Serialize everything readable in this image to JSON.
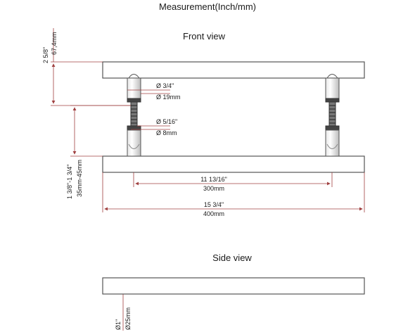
{
  "title": "Measurement(Inch/mm)",
  "front_view": {
    "title": "Front view",
    "dim_height_in": "2 5/8\"",
    "dim_height_mm": "67,4mm",
    "dim_post_dia_in": "Ø 3/4\"",
    "dim_post_dia_mm": "Ø 19mm",
    "dim_screw_dia_in": "Ø 5/16\"",
    "dim_screw_dia_mm": "Ø 8mm",
    "dim_thickness_in": "1 3/8\"-1 3/4\"",
    "dim_thickness_mm": "35mm-45mm",
    "dim_center_in": "11 13/16\"",
    "dim_center_mm": "300mm",
    "dim_length_in": "15 3/4\"",
    "dim_length_mm": "400mm"
  },
  "side_view": {
    "title": "Side view",
    "dim_dia_in": "Ø1\"",
    "dim_dia_mm": "Ø25mm"
  },
  "colors": {
    "part_stroke": "#555555",
    "dim_line": "#a04040",
    "text": "#1a1a1a"
  }
}
